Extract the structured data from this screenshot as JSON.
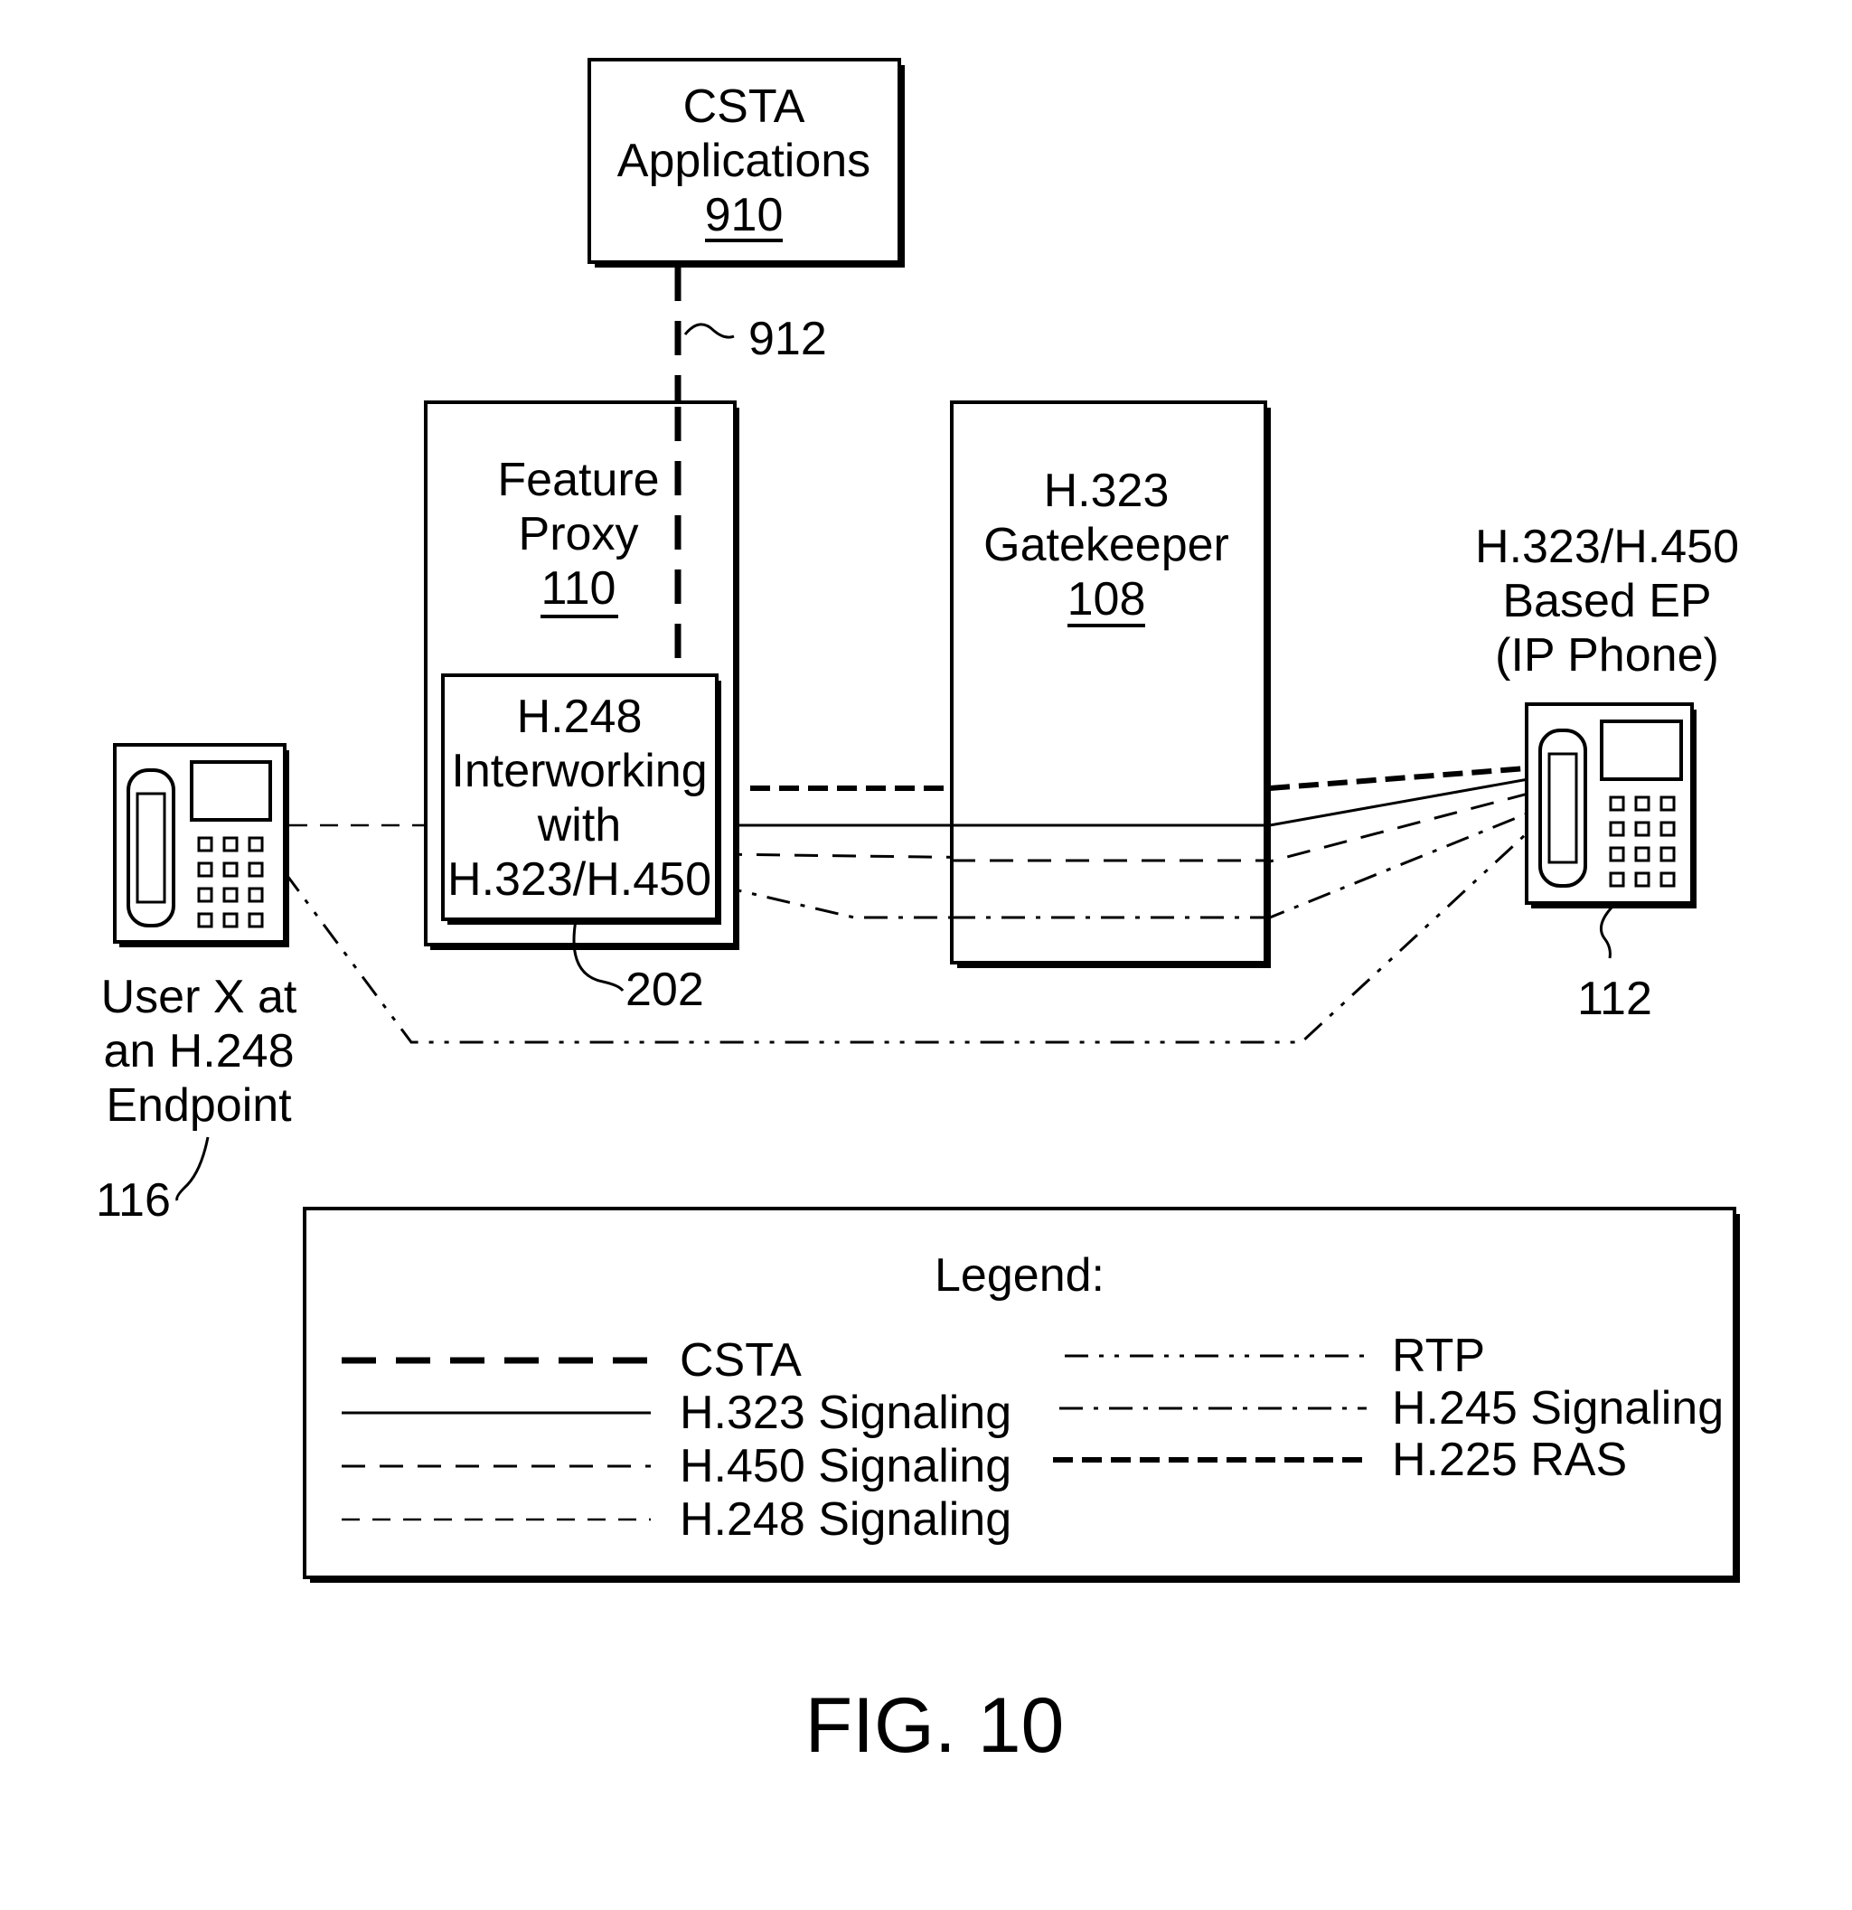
{
  "figure_label": "FIG. 10",
  "nodes": {
    "csta_apps": {
      "lines": [
        "CSTA",
        "Applications"
      ],
      "ref": "910"
    },
    "feature_proxy": {
      "lines": [
        "Feature",
        "Proxy"
      ],
      "ref": "110"
    },
    "interworking": {
      "lines": [
        "H.248",
        "Interworking",
        "with",
        "H.323/H.450"
      ]
    },
    "gatekeeper": {
      "lines": [
        "H.323",
        "Gatekeeper"
      ],
      "ref": "108"
    },
    "ip_phone": {
      "lines": [
        "H.323/H.450",
        "Based EP",
        "(IP Phone)"
      ]
    },
    "h248_endpoint": {
      "lines": [
        "User X at",
        "an H.248",
        "Endpoint"
      ]
    }
  },
  "callouts": {
    "csta_link": "912",
    "interworking": "202",
    "ip_phone": "112",
    "h248_endpoint": "116"
  },
  "icons": {
    "h248_phone": "desk-phone-icon",
    "ip_phone": "desk-phone-icon"
  },
  "legend": {
    "title": "Legend:",
    "left": [
      {
        "label": "CSTA",
        "style": "csta"
      },
      {
        "label": "H.323 Signaling",
        "style": "h323"
      },
      {
        "label": "H.450 Signaling",
        "style": "h450"
      },
      {
        "label": "H.248 Signaling",
        "style": "h248"
      }
    ],
    "right": [
      {
        "label": "RTP",
        "style": "rtp"
      },
      {
        "label": "H.245 Signaling",
        "style": "h245"
      },
      {
        "label": "H.225 RAS",
        "style": "h225"
      }
    ]
  }
}
